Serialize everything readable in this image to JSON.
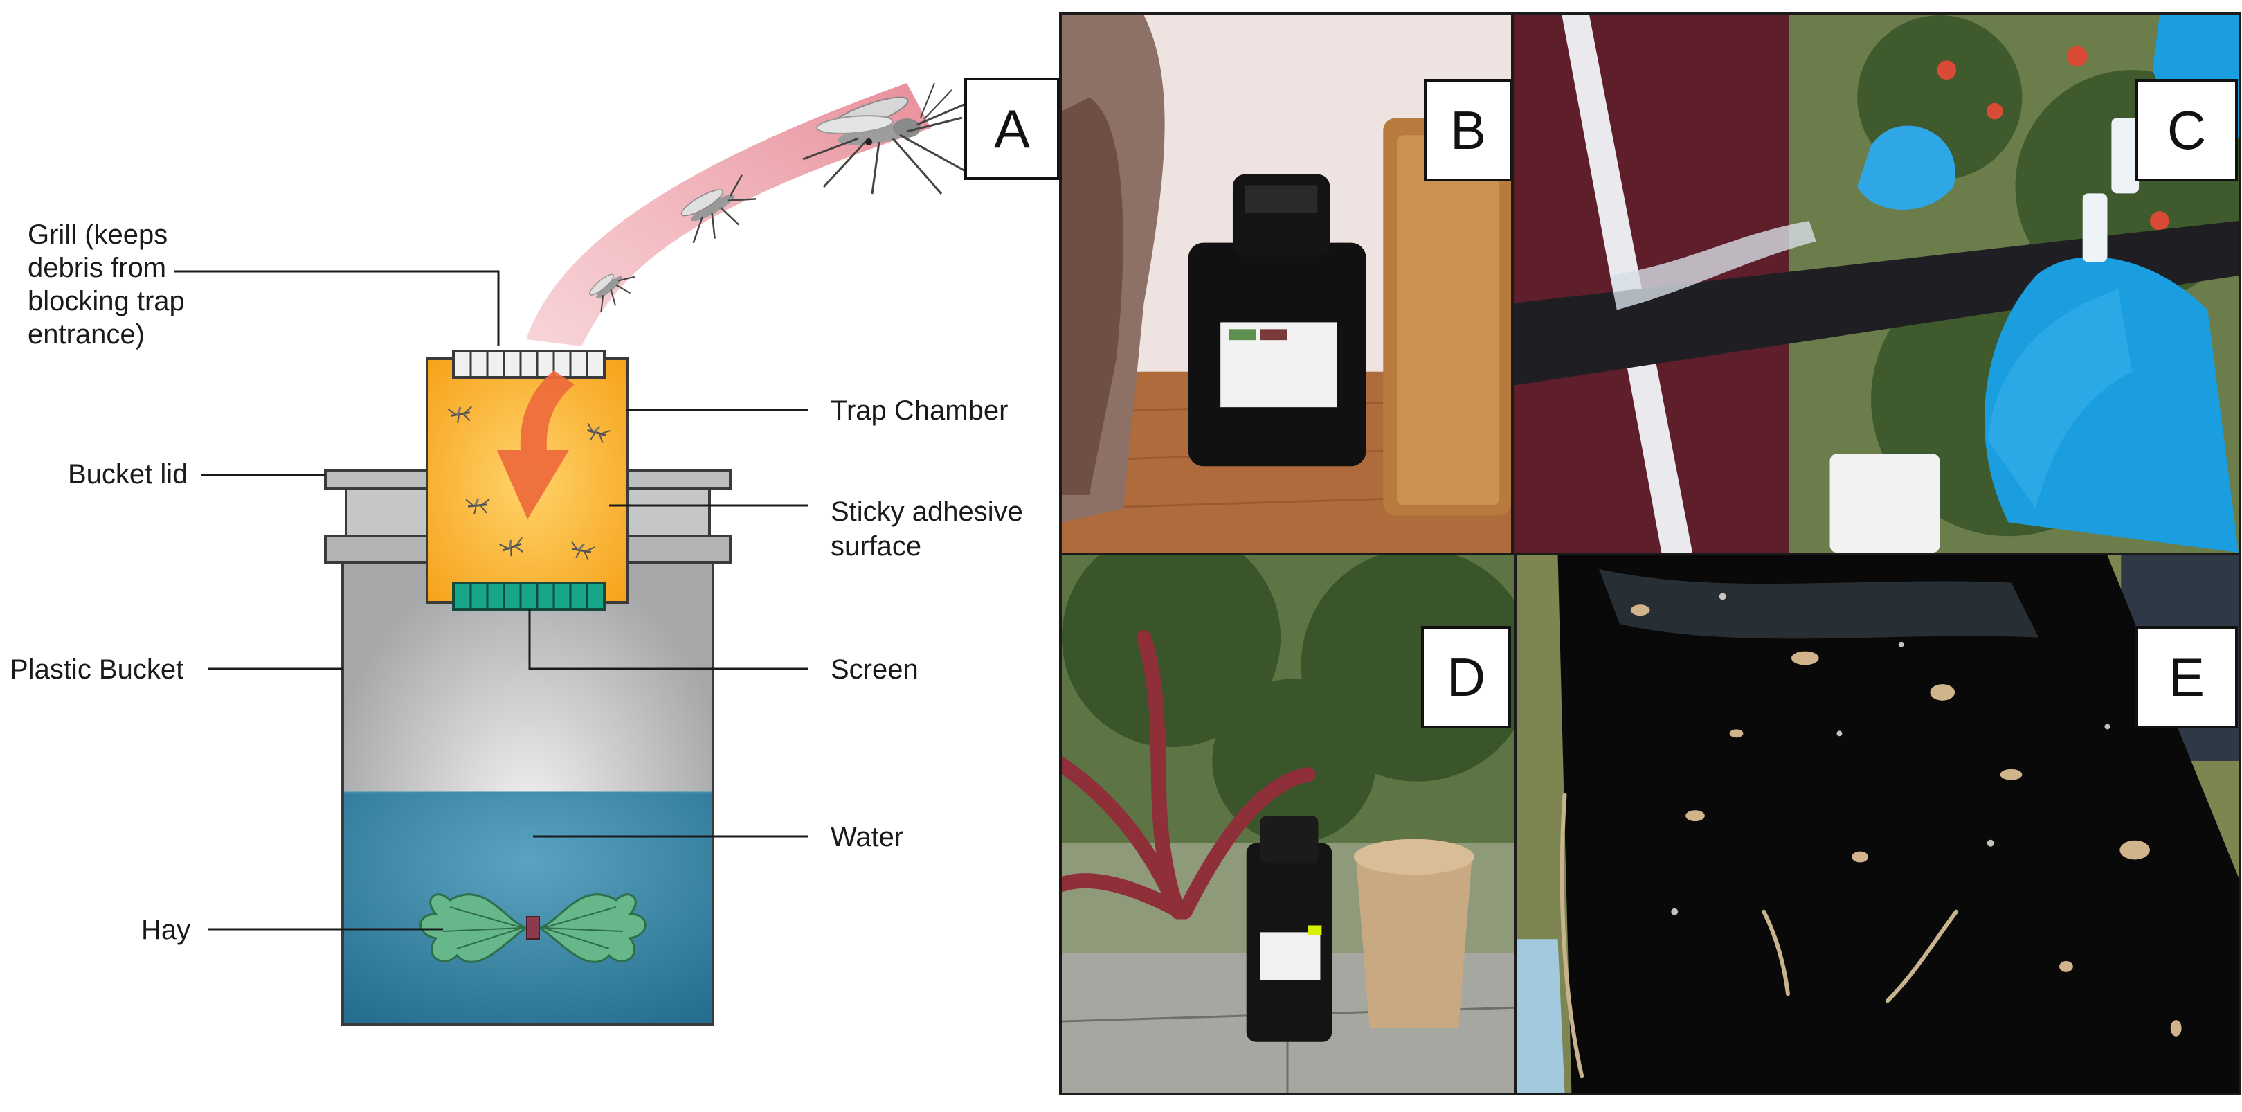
{
  "diagram": {
    "panel_letter": "A",
    "callouts": {
      "grill": [
        "Grill (keeps",
        "debris from",
        "blocking trap",
        "entrance)"
      ],
      "bucket_lid": "Bucket lid",
      "plastic_bucket": "Plastic Bucket",
      "hay": "Hay",
      "trap_chamber": "Trap Chamber",
      "sticky_surface": [
        "Sticky adhesive",
        "surface"
      ],
      "screen": "Screen",
      "water": "Water"
    }
  },
  "photos": [
    {
      "letter": "B"
    },
    {
      "letter": "C"
    },
    {
      "letter": "D"
    },
    {
      "letter": "E"
    }
  ],
  "colors": {
    "trap_chamber": "#f7a51c",
    "flight_path": "#e8939c",
    "arrow": "#ee6a3c",
    "screen": "#17a68a",
    "water": "#2f7fa0",
    "bucket": "#a9aaab",
    "hay": "#5cae7b",
    "nitrile_glove": "#1fa1e0"
  }
}
